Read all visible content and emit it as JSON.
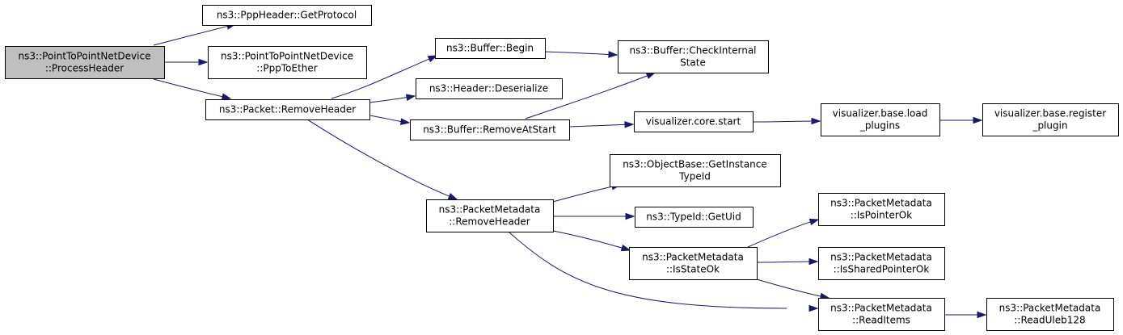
{
  "diagram": {
    "nodes": [
      {
        "id": "root",
        "lines": [
          "ns3::PointToPointNetDevice",
          "::ProcessHeader"
        ],
        "root": true
      },
      {
        "id": "get_protocol",
        "lines": [
          "ns3::PppHeader::GetProtocol"
        ]
      },
      {
        "id": "ppp_to_ether",
        "lines": [
          "ns3::PointToPointNetDevice",
          "::PppToEther"
        ]
      },
      {
        "id": "remove_header",
        "lines": [
          "ns3::Packet::RemoveHeader"
        ]
      },
      {
        "id": "buffer_begin",
        "lines": [
          "ns3::Buffer::Begin"
        ]
      },
      {
        "id": "header_deserialize",
        "lines": [
          "ns3::Header::Deserialize"
        ]
      },
      {
        "id": "buffer_remove_at_start",
        "lines": [
          "ns3::Buffer::RemoveAtStart"
        ]
      },
      {
        "id": "pm_remove_header",
        "lines": [
          "ns3::PacketMetadata",
          "::RemoveHeader"
        ]
      },
      {
        "id": "check_internal_state",
        "lines": [
          "ns3::Buffer::CheckInternal",
          "State"
        ]
      },
      {
        "id": "core_start",
        "lines": [
          "visualizer.core.start"
        ]
      },
      {
        "id": "get_instance_typeid",
        "lines": [
          "ns3::ObjectBase::GetInstance",
          "TypeId"
        ]
      },
      {
        "id": "get_uid",
        "lines": [
          "ns3::TypeId::GetUid"
        ]
      },
      {
        "id": "is_state_ok",
        "lines": [
          "ns3::PacketMetadata",
          "::IsStateOk"
        ]
      },
      {
        "id": "load_plugins",
        "lines": [
          "visualizer.base.load",
          "_plugins"
        ]
      },
      {
        "id": "is_pointer_ok",
        "lines": [
          "ns3::PacketMetadata",
          "::IsPointerOk"
        ]
      },
      {
        "id": "is_shared_pointer_ok",
        "lines": [
          "ns3::PacketMetadata",
          "::IsSharedPointerOk"
        ]
      },
      {
        "id": "read_items",
        "lines": [
          "ns3::PacketMetadata",
          "::ReadItems"
        ]
      },
      {
        "id": "register_plugin",
        "lines": [
          "visualizer.base.register",
          "_plugin"
        ]
      },
      {
        "id": "read_uleb128",
        "lines": [
          "ns3::PacketMetadata",
          "::ReadUleb128"
        ]
      }
    ],
    "edges": [
      {
        "from": "root",
        "to": "get_protocol"
      },
      {
        "from": "root",
        "to": "ppp_to_ether"
      },
      {
        "from": "root",
        "to": "remove_header"
      },
      {
        "from": "remove_header",
        "to": "buffer_begin"
      },
      {
        "from": "remove_header",
        "to": "header_deserialize"
      },
      {
        "from": "remove_header",
        "to": "buffer_remove_at_start"
      },
      {
        "from": "remove_header",
        "to": "pm_remove_header"
      },
      {
        "from": "buffer_begin",
        "to": "check_internal_state"
      },
      {
        "from": "buffer_remove_at_start",
        "to": "check_internal_state"
      },
      {
        "from": "buffer_remove_at_start",
        "to": "core_start"
      },
      {
        "from": "core_start",
        "to": "load_plugins"
      },
      {
        "from": "load_plugins",
        "to": "register_plugin"
      },
      {
        "from": "pm_remove_header",
        "to": "get_instance_typeid"
      },
      {
        "from": "pm_remove_header",
        "to": "get_uid"
      },
      {
        "from": "pm_remove_header",
        "to": "is_state_ok"
      },
      {
        "from": "pm_remove_header",
        "to": "read_items"
      },
      {
        "from": "is_state_ok",
        "to": "is_pointer_ok"
      },
      {
        "from": "is_state_ok",
        "to": "is_shared_pointer_ok"
      },
      {
        "from": "is_state_ok",
        "to": "read_items"
      },
      {
        "from": "read_items",
        "to": "read_uleb128"
      }
    ]
  }
}
